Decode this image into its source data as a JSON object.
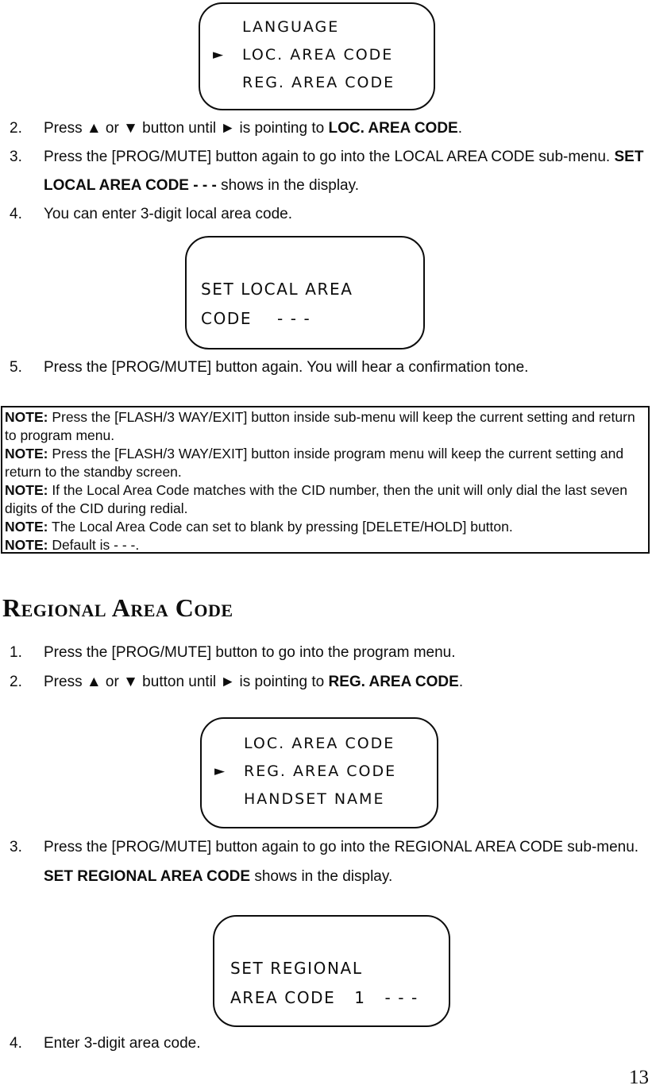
{
  "glyphs": {
    "cursor_arrow": "►"
  },
  "heading": "Regional Area Code",
  "page": {
    "number": "13"
  },
  "lcd_screens": {
    "menu_local": {
      "lines": [
        {
          "arrow": false,
          "text": "LANGUAGE"
        },
        {
          "arrow": true,
          "text": "LOC. AREA CODE"
        },
        {
          "arrow": false,
          "text": "REG. AREA CODE"
        }
      ]
    },
    "set_local": {
      "lines": [
        {
          "arrow": false,
          "text": "SET LOCAL AREA"
        },
        {
          "arrow": false,
          "text": "CODE    - - -"
        }
      ]
    },
    "menu_regional": {
      "lines": [
        {
          "arrow": false,
          "text": "LOC. AREA CODE"
        },
        {
          "arrow": true,
          "text": "REG. AREA CODE"
        },
        {
          "arrow": false,
          "text": "HANDSET NAME"
        }
      ]
    },
    "set_regional": {
      "lines": [
        {
          "arrow": false,
          "text": "SET REGIONAL"
        },
        {
          "arrow": false,
          "text": "AREA CODE   1   - - -"
        }
      ]
    }
  },
  "steps_local_a": [
    {
      "num": "2.",
      "segments": [
        {
          "t": "Press ▲ or ▼ button until ► is pointing to ",
          "b": false
        },
        {
          "t": "LOC. AREA CODE",
          "b": true
        },
        {
          "t": ".",
          "b": false
        }
      ]
    },
    {
      "num": "3.",
      "segments": [
        {
          "t": "Press the [PROG/MUTE] button again to go into the LOCAL AREA CODE sub-menu. ",
          "b": false
        },
        {
          "t": "SET LOCAL AREA CODE - - - ",
          "b": true
        },
        {
          "t": "shows in the display.",
          "b": false
        }
      ]
    },
    {
      "num": "4.",
      "segments": [
        {
          "t": "You can enter 3-digit local area code.",
          "b": false
        }
      ]
    }
  ],
  "steps_local_b": [
    {
      "num": "5.",
      "segments": [
        {
          "t": "Press the [PROG/MUTE] button again. You will hear a confirmation tone.",
          "b": false
        }
      ]
    }
  ],
  "notes": [
    {
      "label": "NOTE:",
      "text": " Press the [FLASH/3 WAY/EXIT] button inside sub-menu will keep the current setting and return to program menu."
    },
    {
      "label": "NOTE:",
      "text": " Press the [FLASH/3 WAY/EXIT] button inside program menu will keep the current setting and return to the standby screen."
    },
    {
      "label": "NOTE:",
      "text": " If the Local Area Code matches with the CID number, then the unit will only dial the last seven digits of the CID during redial."
    },
    {
      "label": "NOTE:",
      "text": " The Local Area Code can set to blank by pressing [DELETE/HOLD] button."
    },
    {
      "label": "NOTE:",
      "text": " Default is - - -."
    }
  ],
  "steps_regional_a": [
    {
      "num": "1.",
      "segments": [
        {
          "t": "Press the [PROG/MUTE] button to go into the program menu.",
          "b": false
        }
      ]
    },
    {
      "num": "2.",
      "segments": [
        {
          "t": "Press ▲ or ▼ button until ► is pointing to ",
          "b": false
        },
        {
          "t": "REG. AREA CODE",
          "b": true
        },
        {
          "t": ".",
          "b": false
        }
      ]
    }
  ],
  "steps_regional_b": [
    {
      "num": "3.",
      "segments": [
        {
          "t": "Press the [PROG/MUTE] button again to go into the REGIONAL AREA CODE sub-menu. ",
          "b": false
        },
        {
          "t": "SET REGIONAL AREA CODE",
          "b": true
        },
        {
          "t": " shows in the display.",
          "b": false
        }
      ]
    }
  ],
  "steps_regional_c": [
    {
      "num": "4.",
      "segments": [
        {
          "t": "Enter 3-digit area code.",
          "b": false
        }
      ]
    }
  ]
}
